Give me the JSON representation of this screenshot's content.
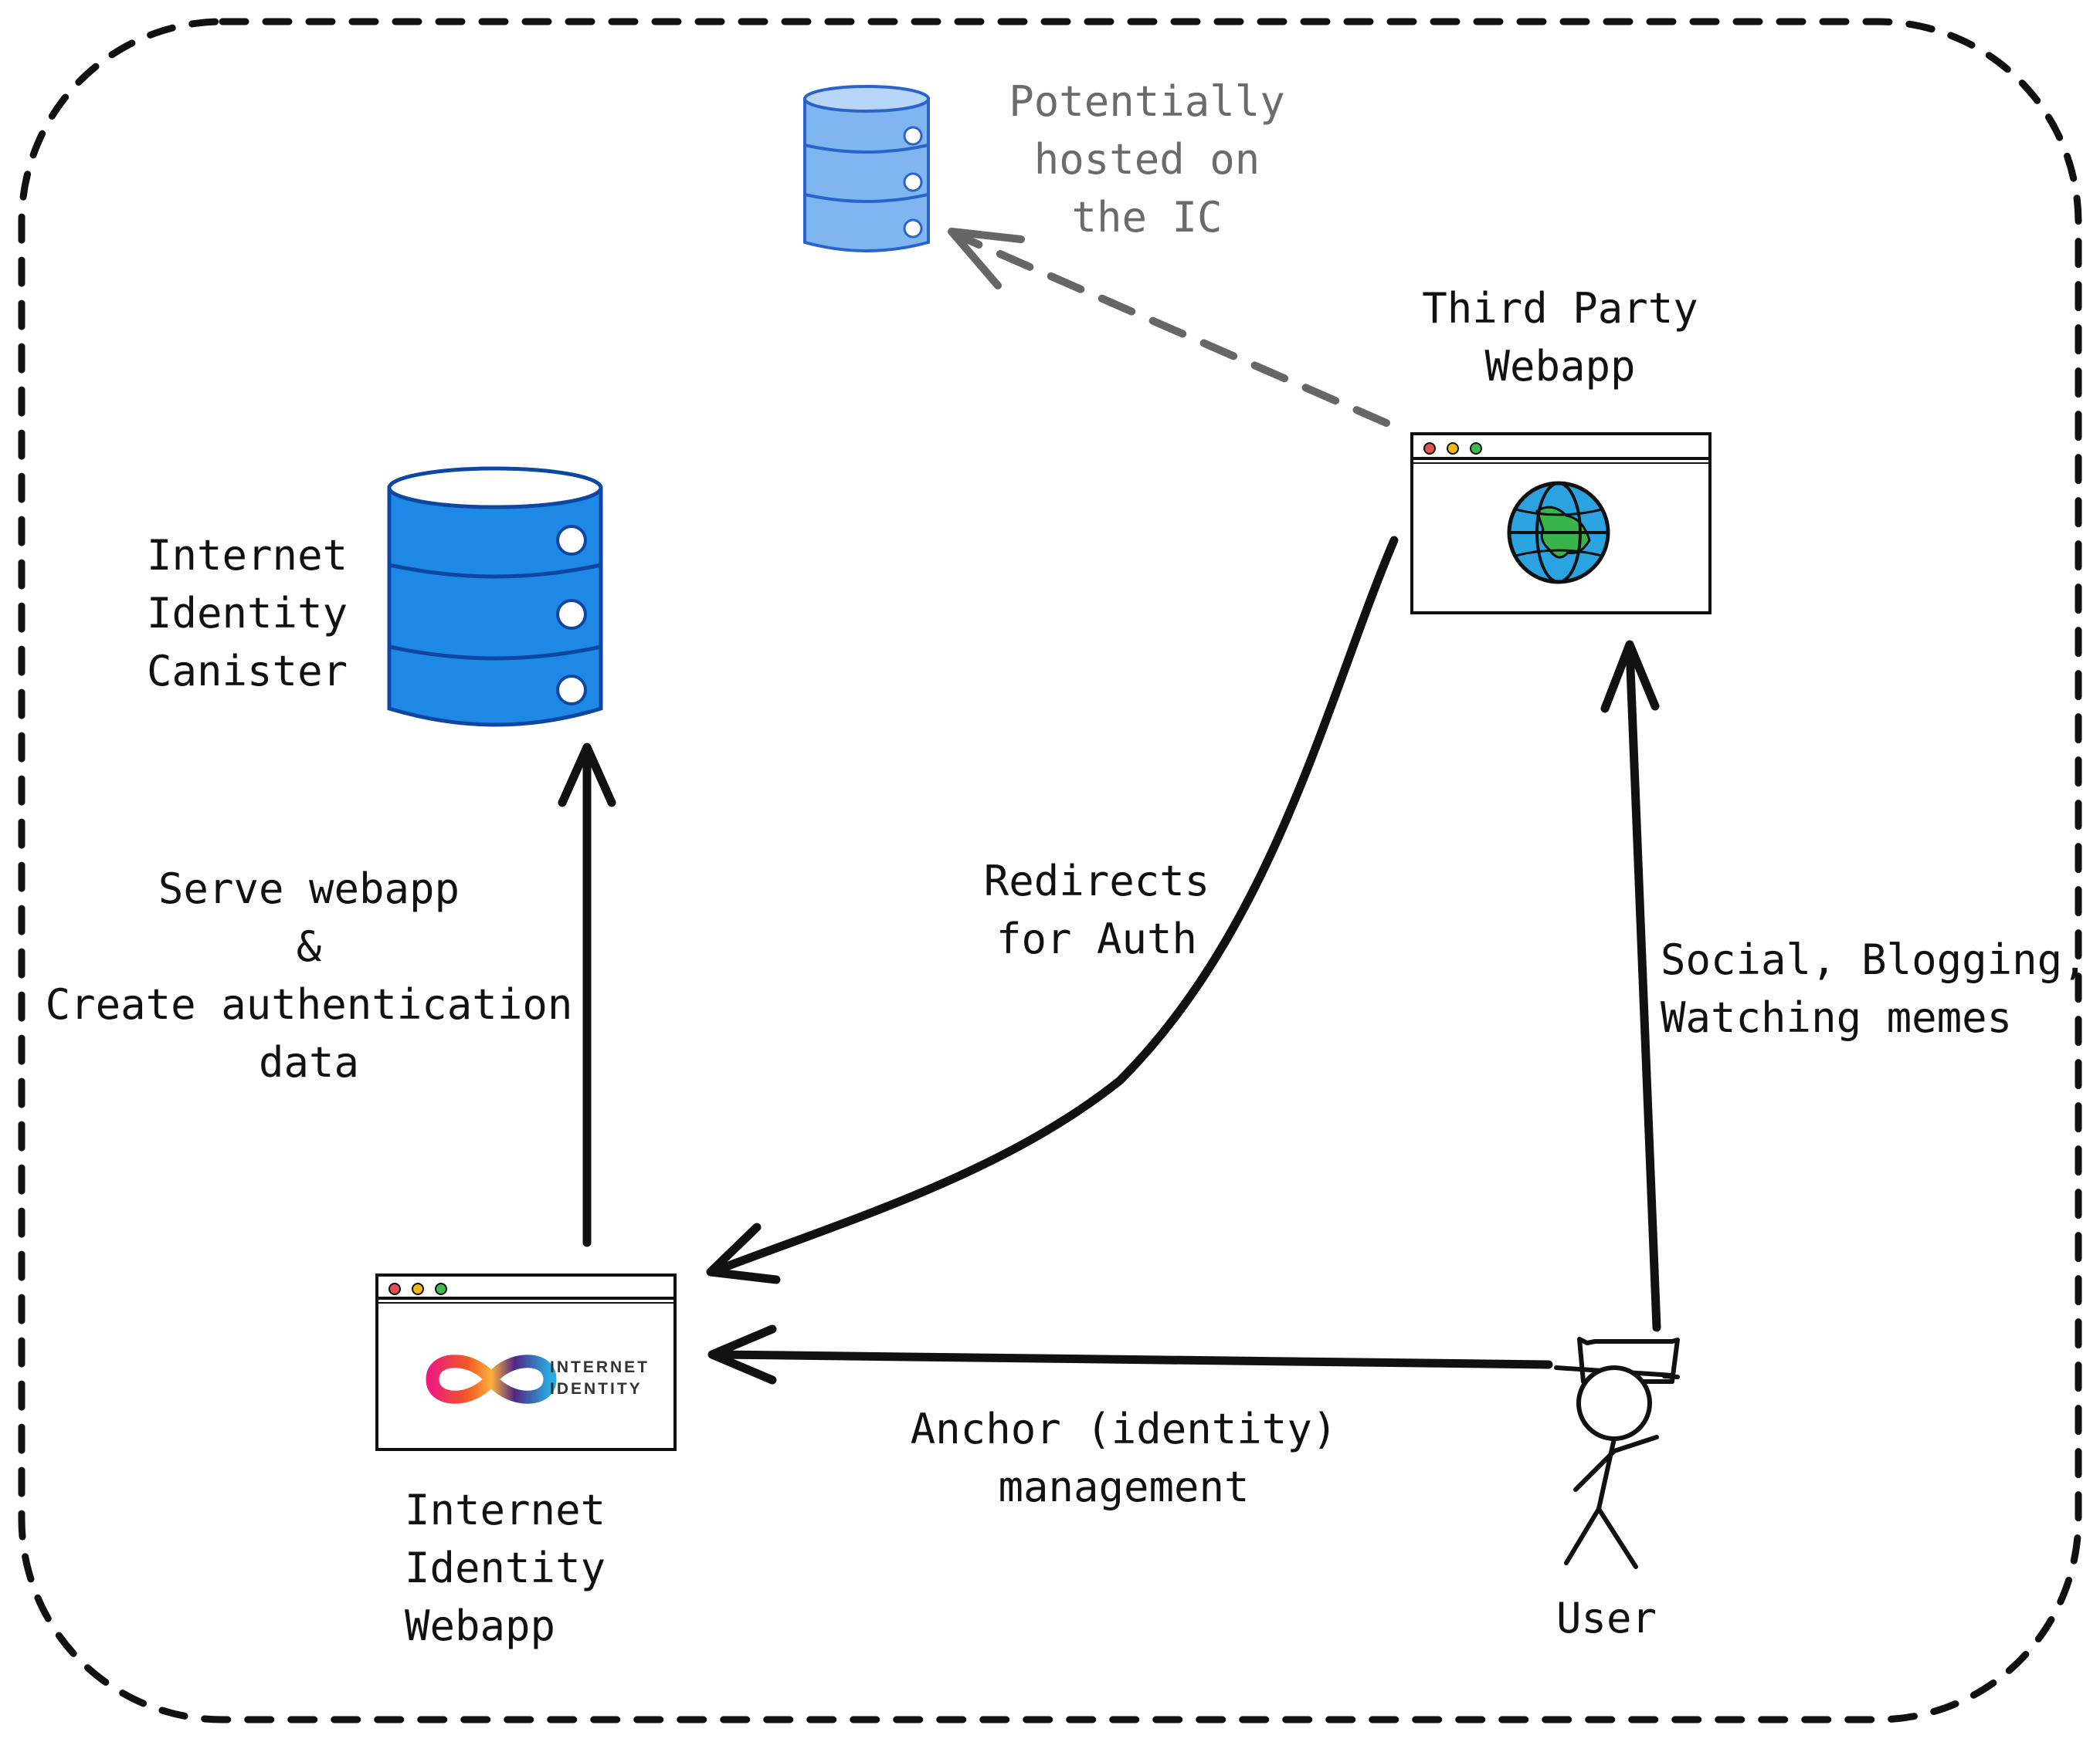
{
  "labels": {
    "potentially_hosted": [
      "Potentially",
      "hosted on",
      "the IC"
    ],
    "third_party_webapp": [
      "Third Party",
      "Webapp"
    ],
    "ii_canister": [
      "Internet",
      "Identity",
      "Canister"
    ],
    "serve_webapp": [
      "Serve webapp",
      "&",
      "Create authentication",
      "data"
    ],
    "redirects_for_auth": [
      "Redirects",
      "for Auth"
    ],
    "social": [
      "Social, Blogging,",
      "Watching memes"
    ],
    "anchor_management": [
      "Anchor (identity)",
      "management"
    ],
    "ii_webapp": [
      "Internet",
      "Identity",
      "Webapp"
    ],
    "user": [
      "User"
    ]
  },
  "logo": {
    "text": [
      "INTERNET",
      "IDENTITY"
    ]
  },
  "colors": {
    "ink": "#111111",
    "muted": "#666666",
    "db_main": "#1e88e5",
    "db_light": "#7fb6f0",
    "db_light_stroke": "#2a63c9",
    "dot_red": "#e05252",
    "dot_yellow": "#f2b51c",
    "dot_green": "#3fb950",
    "globe_blue": "#2aa3e0",
    "globe_land": "#38b44a"
  },
  "icons": [
    "database-icon",
    "browser-window-icon",
    "globe-icon",
    "infinity-logo-icon",
    "stick-figure-user-icon"
  ]
}
